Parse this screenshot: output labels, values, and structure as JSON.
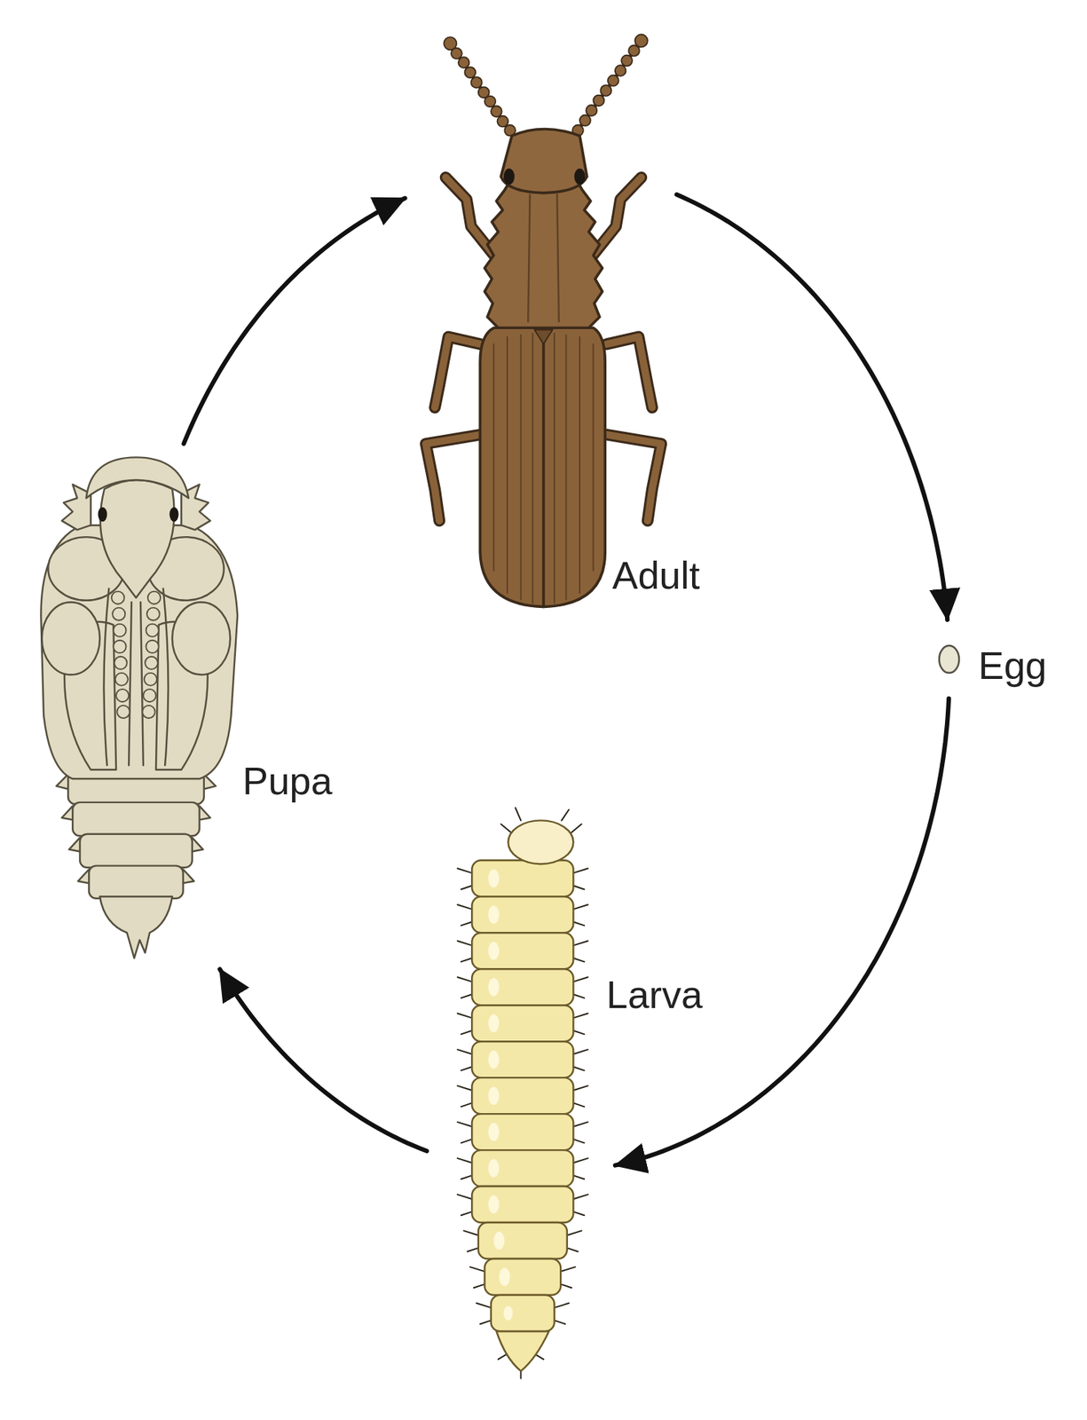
{
  "diagram": {
    "nodes": [
      {
        "text": [
          "Adult"
        ]
      },
      {
        "text": [
          "Egg"
        ]
      },
      {
        "text": [
          "Larva"
        ]
      },
      {
        "text": [
          "Pupa"
        ]
      }
    ],
    "edges": [
      {
        "from": 0,
        "to": 1,
        "arrow": "to"
      },
      {
        "from": 1,
        "to": 2,
        "arrow": "to"
      },
      {
        "from": 2,
        "to": 3,
        "arrow": "to"
      },
      {
        "from": 3,
        "to": 0,
        "arrow": "to"
      }
    ]
  }
}
